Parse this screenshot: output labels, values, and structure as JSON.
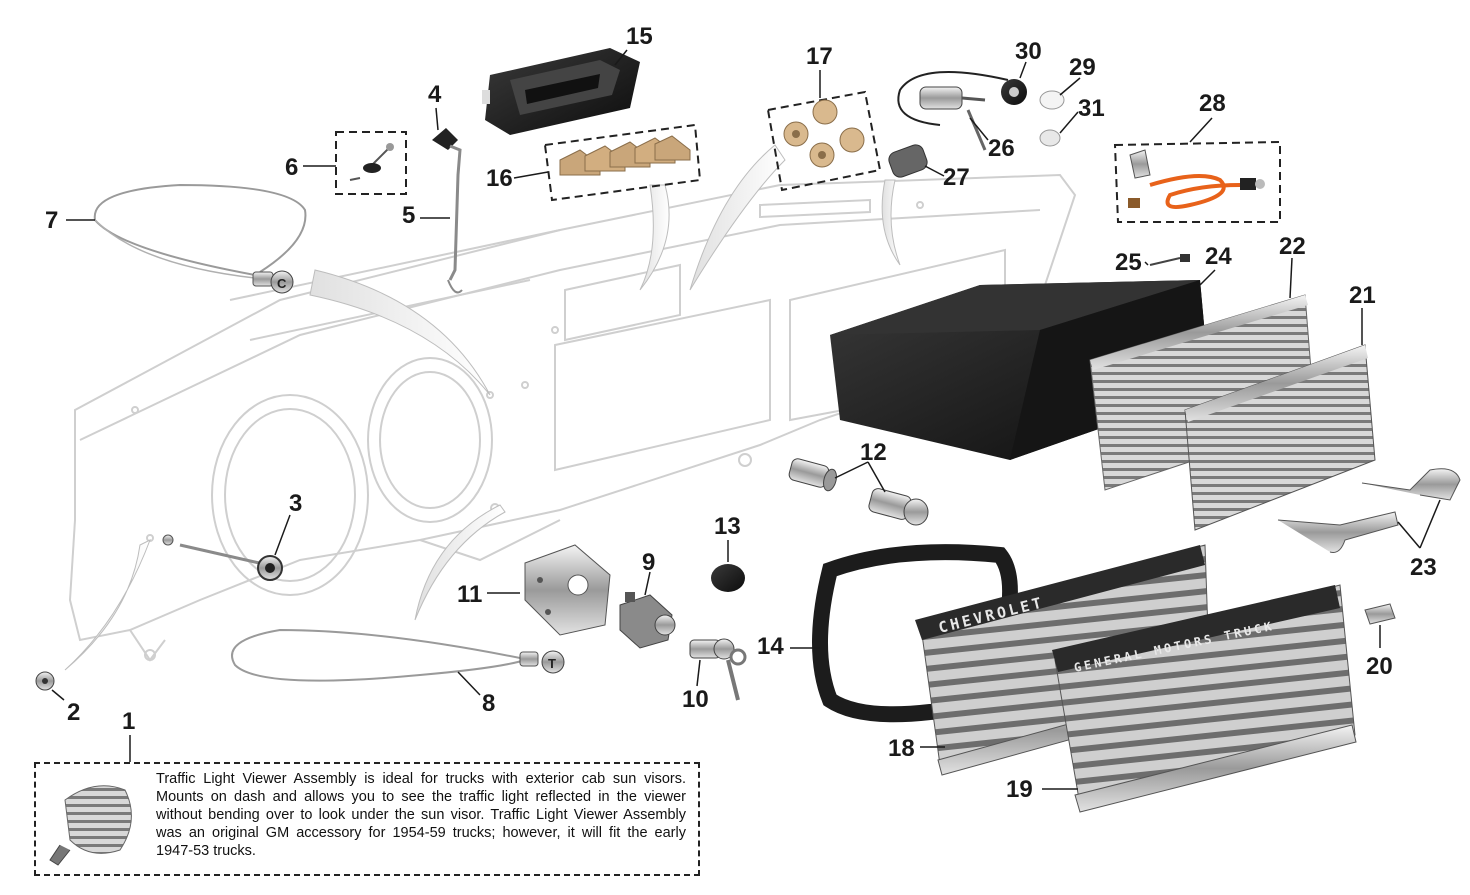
{
  "callouts": [
    {
      "id": "1",
      "label": "1"
    },
    {
      "id": "2",
      "label": "2"
    },
    {
      "id": "3",
      "label": "3"
    },
    {
      "id": "4",
      "label": "4"
    },
    {
      "id": "5",
      "label": "5"
    },
    {
      "id": "6",
      "label": "6"
    },
    {
      "id": "7",
      "label": "7"
    },
    {
      "id": "8",
      "label": "8"
    },
    {
      "id": "9",
      "label": "9"
    },
    {
      "id": "10",
      "label": "10"
    },
    {
      "id": "11",
      "label": "11"
    },
    {
      "id": "12",
      "label": "12"
    },
    {
      "id": "13",
      "label": "13"
    },
    {
      "id": "14",
      "label": "14"
    },
    {
      "id": "15",
      "label": "15"
    },
    {
      "id": "16",
      "label": "16"
    },
    {
      "id": "17",
      "label": "17"
    },
    {
      "id": "18",
      "label": "18"
    },
    {
      "id": "19",
      "label": "19"
    },
    {
      "id": "20",
      "label": "20"
    },
    {
      "id": "21",
      "label": "21"
    },
    {
      "id": "22",
      "label": "22"
    },
    {
      "id": "23",
      "label": "23"
    },
    {
      "id": "24",
      "label": "24"
    },
    {
      "id": "25",
      "label": "25"
    },
    {
      "id": "26",
      "label": "26"
    },
    {
      "id": "27",
      "label": "27"
    },
    {
      "id": "28",
      "label": "28"
    },
    {
      "id": "29",
      "label": "29"
    },
    {
      "id": "30",
      "label": "30"
    },
    {
      "id": "31",
      "label": "31"
    }
  ],
  "grille_labels": {
    "chevrolet": "CHEVROLET",
    "gmc": "GENERAL MOTORS TRUCK"
  },
  "knob_letters": {
    "choke": "C",
    "throttle": "T"
  },
  "note": {
    "text": "Traffic Light Viewer Assembly is ideal for trucks with exterior cab sun visors. Mounts on dash and allows you to see the traffic light reflected in the viewer without bending over to look under the sun visor. Traffic Light Viewer Assembly was an original GM accessory for 1954-59 trucks; however, it will fit the early 1947-53 trucks."
  },
  "colors": {
    "dash_outline": "#cfcfcf",
    "label": "#1a1a1a",
    "chrome": "#bdbdbd",
    "black_part": "#1c1c1c",
    "tan_part": "#c9a67a",
    "wire_orange": "#e8621a"
  }
}
